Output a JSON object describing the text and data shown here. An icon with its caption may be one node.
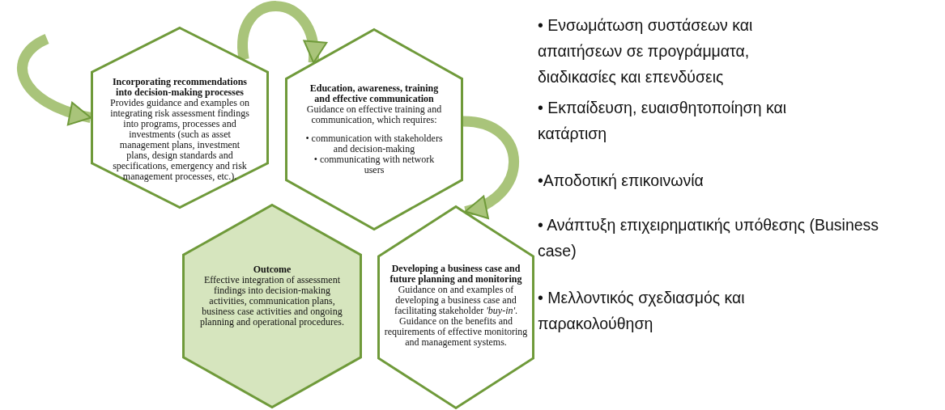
{
  "diagram": {
    "nodes": [
      {
        "text": [
          "Incorporating recommendations into decision-making processes",
          "Provides guidance and examples on integrating risk assessment findings into programs, processes and investments (such as asset management plans, investment plans, design standards and specifications, emergency and risk management processes, etc.)."
        ]
      },
      {
        "text": [
          "Education, awareness, training and effective communication",
          "Guidance on effective training and communication, which requires:",
          "• communication with stakeholders and decision-making",
          "• communicating with network users"
        ]
      },
      {
        "text": [
          "Outcome",
          "Effective integration of assessment findings into decision-making activities, communication plans, business case activities and ongoing planning and operational procedures."
        ]
      },
      {
        "text": [
          "Developing a business case and future planning and monitoring",
          "Guidance on and examples of developing a business case and facilitating stakeholder *'buy-in'*. Guidance  on the benefits and requirements of effective monitoring and management systems."
        ]
      }
    ],
    "edges": [
      {
        "from": null,
        "to": 0,
        "arrow": "to"
      },
      {
        "from": 0,
        "to": 1,
        "arrow": "to"
      },
      {
        "from": 1,
        "to": 3,
        "arrow": "to"
      }
    ],
    "labels": [
      "• Ενσωμάτωση συστάσεων και απαιτήσεων σε προγράμματα, διαδικασίες και επενδύσεις",
      "• Εκπαίδευση, ευαισθητοποίηση και κατάρτιση",
      "•Αποδοτική επικοινωνία",
      "• Ανάπτυξη επιχειρηματικής υπόθεσης (Business case)",
      "• Μελλοντικός σχεδιασμός και παρακολούθηση"
    ]
  }
}
